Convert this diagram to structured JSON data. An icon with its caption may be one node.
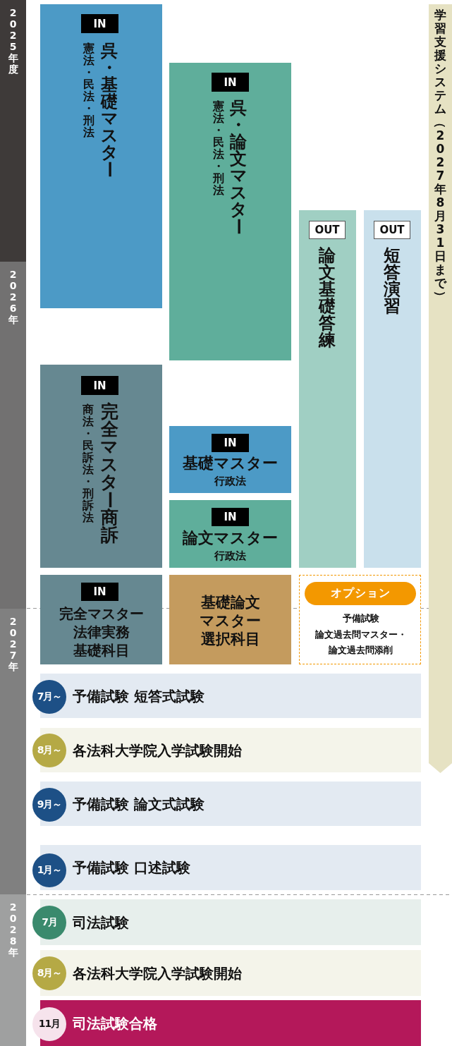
{
  "diagram": {
    "nodes": [
      {
        "text": [
          "2025年度"
        ]
      },
      {
        "text": [
          "2026年"
        ]
      },
      {
        "text": [
          "2027年"
        ]
      },
      {
        "text": [
          "2028年"
        ]
      },
      {
        "text": [
          "呉・基礎マスター",
          "憲法・民法・刑法"
        ]
      },
      {
        "text": [
          "IN"
        ],
        "in": 4
      },
      {
        "text": [
          "呉・論文マスター",
          "憲法・民法・刑法"
        ]
      },
      {
        "text": [
          "IN"
        ],
        "in": 6
      },
      {
        "text": [
          "論文基礎答練"
        ]
      },
      {
        "text": [
          "OUT"
        ],
        "in": 8
      },
      {
        "text": [
          "短答演習"
        ]
      },
      {
        "text": [
          "OUT"
        ],
        "in": 10
      },
      {
        "text": [
          "学習支援システム（2027年8月31日まで）"
        ]
      },
      {
        "text": [
          "完全マスター商訴",
          "商法・民訴法・刑訴法"
        ]
      },
      {
        "text": [
          "IN"
        ],
        "in": 13
      },
      {
        "text": [
          "基礎マスター",
          "行政法"
        ]
      },
      {
        "text": [
          "IN"
        ],
        "in": 15
      },
      {
        "text": [
          "論文マスター",
          "行政法"
        ]
      },
      {
        "text": [
          "IN"
        ],
        "in": 17
      },
      {
        "text": [
          "完全マスター法律実務基礎科目"
        ]
      },
      {
        "text": [
          "IN"
        ],
        "in": 19
      },
      {
        "text": [
          "基礎論文マスター選択科目"
        ]
      },
      {
        "text": [
          "予備試験",
          "論文過去問マスター・論文過去問添削"
        ]
      },
      {
        "text": [
          "オプション"
        ],
        "in": 22
      },
      {
        "text": [
          "7月～"
        ]
      },
      {
        "text": [
          "予備試験 短答式試験"
        ]
      },
      {
        "text": [
          "8月～"
        ]
      },
      {
        "text": [
          "各法科大学院入学試験開始"
        ]
      },
      {
        "text": [
          "9月～"
        ]
      },
      {
        "text": [
          "予備試験 論文式試験"
        ]
      },
      {
        "text": [
          "1月～"
        ]
      },
      {
        "text": [
          "予備試験 口述試験"
        ]
      },
      {
        "text": [
          "7月"
        ]
      },
      {
        "text": [
          "司法試験"
        ]
      },
      {
        "text": [
          "8月～"
        ]
      },
      {
        "text": [
          "各法科大学院入学試験開始"
        ]
      },
      {
        "text": [
          "11月"
        ]
      },
      {
        "text": [
          "司法試験合格"
        ]
      }
    ]
  }
}
